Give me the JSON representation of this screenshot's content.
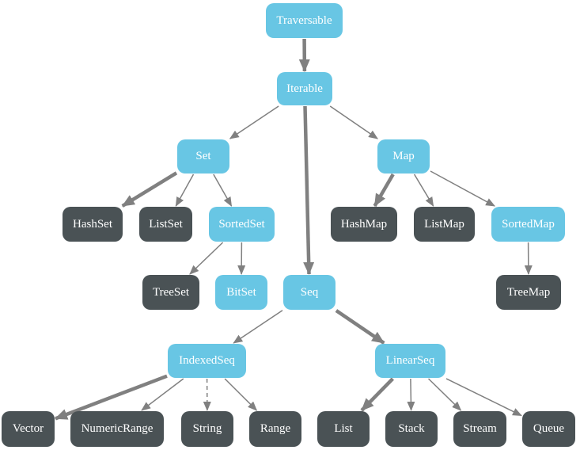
{
  "colors": {
    "trait_fill": "#68c6e4",
    "impl_fill": "#4a5255",
    "edge": "#808080",
    "label_text": "#ffffff"
  },
  "nodes": {
    "traversable": {
      "label": "Traversable",
      "kind": "trait"
    },
    "iterable": {
      "label": "Iterable",
      "kind": "trait"
    },
    "set": {
      "label": "Set",
      "kind": "trait"
    },
    "map": {
      "label": "Map",
      "kind": "trait"
    },
    "hashset": {
      "label": "HashSet",
      "kind": "implementation"
    },
    "listset": {
      "label": "ListSet",
      "kind": "implementation"
    },
    "sortedset": {
      "label": "SortedSet",
      "kind": "trait"
    },
    "hashmap": {
      "label": "HashMap",
      "kind": "implementation"
    },
    "listmap": {
      "label": "ListMap",
      "kind": "implementation"
    },
    "sortedmap": {
      "label": "SortedMap",
      "kind": "trait"
    },
    "treeset": {
      "label": "TreeSet",
      "kind": "implementation"
    },
    "bitset": {
      "label": "BitSet",
      "kind": "trait"
    },
    "seq": {
      "label": "Seq",
      "kind": "trait"
    },
    "treemap": {
      "label": "TreeMap",
      "kind": "implementation"
    },
    "indexedseq": {
      "label": "IndexedSeq",
      "kind": "trait"
    },
    "linearseq": {
      "label": "LinearSeq",
      "kind": "trait"
    },
    "vector": {
      "label": "Vector",
      "kind": "implementation"
    },
    "numericrange": {
      "label": "NumericRange",
      "kind": "implementation"
    },
    "string": {
      "label": "String",
      "kind": "implementation"
    },
    "range": {
      "label": "Range",
      "kind": "implementation"
    },
    "list": {
      "label": "List",
      "kind": "implementation"
    },
    "stack": {
      "label": "Stack",
      "kind": "implementation"
    },
    "stream": {
      "label": "Stream",
      "kind": "implementation"
    },
    "queue": {
      "label": "Queue",
      "kind": "implementation"
    }
  },
  "edges": [
    {
      "from": "traversable",
      "to": "iterable",
      "style": "thick"
    },
    {
      "from": "iterable",
      "to": "set",
      "style": "thin"
    },
    {
      "from": "iterable",
      "to": "seq",
      "style": "thick"
    },
    {
      "from": "iterable",
      "to": "map",
      "style": "thin"
    },
    {
      "from": "set",
      "to": "hashset",
      "style": "thick"
    },
    {
      "from": "set",
      "to": "listset",
      "style": "thin"
    },
    {
      "from": "set",
      "to": "sortedset",
      "style": "thin"
    },
    {
      "from": "sortedset",
      "to": "treeset",
      "style": "thin"
    },
    {
      "from": "sortedset",
      "to": "bitset",
      "style": "thin"
    },
    {
      "from": "map",
      "to": "hashmap",
      "style": "thick"
    },
    {
      "from": "map",
      "to": "listmap",
      "style": "thin"
    },
    {
      "from": "map",
      "to": "sortedmap",
      "style": "thin"
    },
    {
      "from": "sortedmap",
      "to": "treemap",
      "style": "thin"
    },
    {
      "from": "seq",
      "to": "indexedseq",
      "style": "thin"
    },
    {
      "from": "seq",
      "to": "linearseq",
      "style": "thick"
    },
    {
      "from": "indexedseq",
      "to": "vector",
      "style": "thick"
    },
    {
      "from": "indexedseq",
      "to": "numericrange",
      "style": "thin"
    },
    {
      "from": "indexedseq",
      "to": "string",
      "style": "dashed"
    },
    {
      "from": "indexedseq",
      "to": "range",
      "style": "thin"
    },
    {
      "from": "linearseq",
      "to": "list",
      "style": "thick"
    },
    {
      "from": "linearseq",
      "to": "stack",
      "style": "thin"
    },
    {
      "from": "linearseq",
      "to": "stream",
      "style": "thin"
    },
    {
      "from": "linearseq",
      "to": "queue",
      "style": "thin"
    }
  ]
}
